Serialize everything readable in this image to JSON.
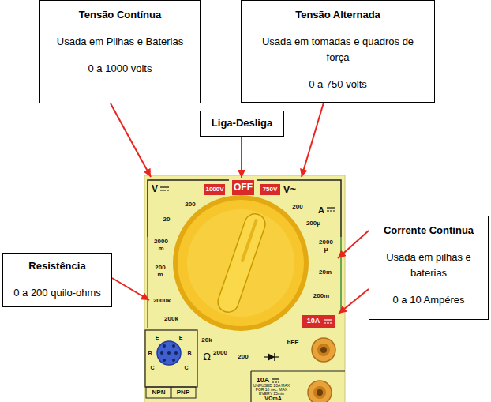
{
  "diagram": {
    "nodes": [
      {
        "text": [
          "Tensão Contínua",
          "Usada em Pilhas e Baterias",
          "0 a 1000 volts"
        ]
      },
      {
        "text": [
          "Liga-Desliga"
        ]
      },
      {
        "text": [
          "Tensão Alternada",
          "Usada em tomadas e quadros de força",
          "0 a 750 volts"
        ]
      },
      {
        "text": [
          "Resistência",
          "0 a 200 quilo-ohms"
        ]
      },
      {
        "text": [
          "Corrente Contínua",
          "Usada em pilhas e baterias",
          "0 a 10 Ampéres"
        ]
      }
    ],
    "labels": [
      "V",
      "1000V",
      "OFF",
      "750V",
      "V~",
      "200",
      "20",
      "2000 m",
      "200 m",
      "200",
      "A",
      "200μ",
      "2000 μ",
      "20m",
      "200m",
      "10A",
      "2000k",
      "200k",
      "20k",
      "Ω",
      "2000",
      "200",
      "hFE",
      "E",
      "E",
      "B",
      "B",
      "C",
      "C",
      "NPN",
      "PNP",
      "10A",
      "UNFUSED 10A MAX",
      "FOR 10 sec. MAX",
      "EVERY 15min",
      "VΩmA"
    ]
  }
}
